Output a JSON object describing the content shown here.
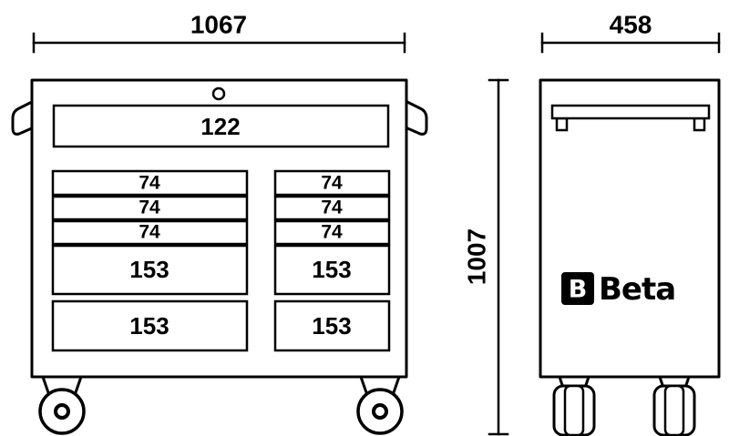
{
  "front_view": {
    "width_dim": "1067",
    "top_drawer": "122",
    "left_column": [
      "74",
      "74",
      "74",
      "153",
      "153"
    ],
    "right_column": [
      "74",
      "74",
      "74",
      "153",
      "153"
    ]
  },
  "side_view": {
    "width_dim": "458",
    "height_dim": "1007",
    "brand": "Beta",
    "brand_mark": "B"
  },
  "colors": {
    "ink": "#000000",
    "background": "#ffffff"
  }
}
